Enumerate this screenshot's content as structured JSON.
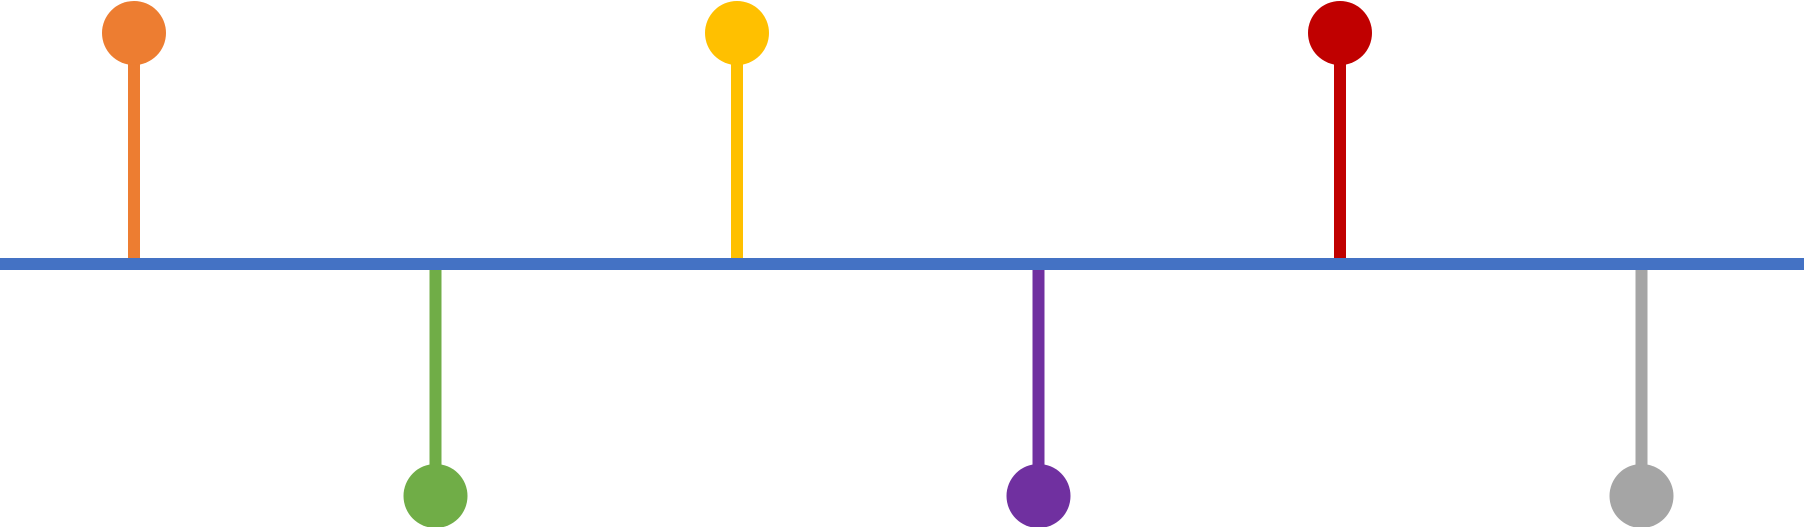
{
  "timeline": {
    "axis_color": "#4472C4",
    "markers": [
      {
        "position": "above",
        "color": "#ED7D31"
      },
      {
        "position": "below",
        "color": "#70AD47"
      },
      {
        "position": "above",
        "color": "#FFC000"
      },
      {
        "position": "below",
        "color": "#7030A0"
      },
      {
        "position": "above",
        "color": "#C00000"
      },
      {
        "position": "below",
        "color": "#A5A5A5"
      }
    ]
  }
}
